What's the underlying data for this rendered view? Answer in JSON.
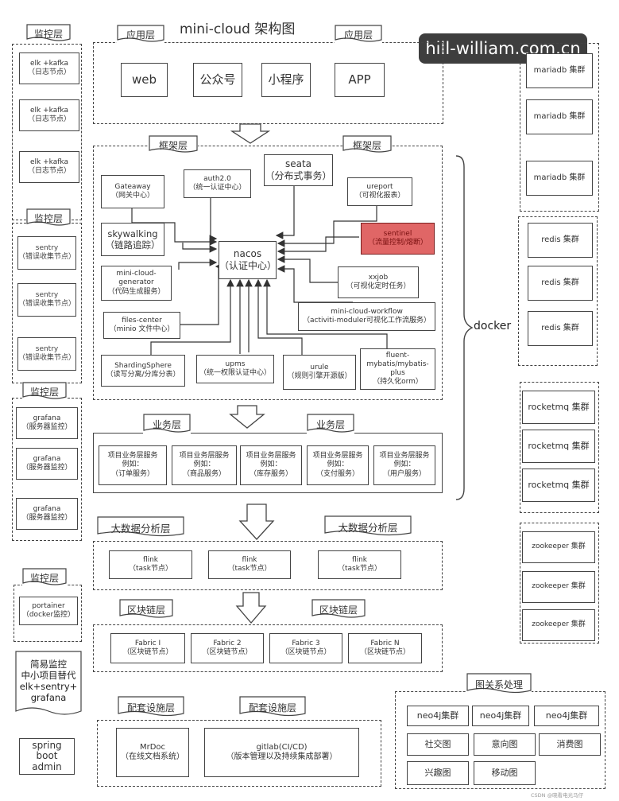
{
  "title": "mini-cloud 架构图",
  "watermark": "hill-william.com.cn",
  "credit": "CSDN @晓看电光马仔",
  "left": {
    "monitor_label": "监控层",
    "elk": [
      "elk +kafka\n（日志节点）",
      "elk +kafka\n（日志节点）",
      "elk +kafka\n（日志节点）"
    ],
    "sentry": [
      "sentry\n（错误收集节点）",
      "sentry\n（错误收集节点）",
      "sentry\n（错误收集节点）"
    ],
    "grafana": [
      "grafana\n（服务器监控）",
      "grafana\n（服务器监控）",
      "grafana\n（服务器监控）"
    ],
    "portainer": "portainer\n（docker监控）",
    "simple_monitor": "简易监控\n中小项目替代\nelk+sentry+\ngrafana",
    "spring_boot_admin": "spring\nboot\nadmin"
  },
  "app_layer": {
    "label": "应用层",
    "items": [
      "web",
      "公众号",
      "小程序",
      "APP"
    ]
  },
  "framework_layer": {
    "label": "框架层",
    "center": "nacos\n（认证中心）",
    "nodes": {
      "gateway": "Gateaway\n（网关中心）",
      "auth": "auth2.0\n（统一认证中心）",
      "seata": "seata\n（分布式事务）",
      "ureport": "ureport\n（可视化报表）",
      "skywalking": "skywalking\n（链路追踪）",
      "sentinel": "sentinel\n（流量控制/熔断）",
      "generator": "mini-cloud-\ngenerator\n（代码生成服务）",
      "xxjob": "xxjob\n（可视化定时任务）",
      "files": "files-center\n（minio 文件中心）",
      "workflow": "mini-cloud-workflow\n（activiti-moduler可视化工作流服务）",
      "sharding": "ShardingSphere\n（读写分离/分库分表）",
      "upms": "upms\n（统一权限认证中心）",
      "urule": "urule\n（规则引擎开源版）",
      "orm": "fluent-\nmybatis/mybatis-\nplus\n（持久化orm）"
    }
  },
  "business_layer": {
    "label": "业务层",
    "items": [
      "项目业务层服务\n例如：\n（订单服务）",
      "项目业务层服务\n例如：\n（商品服务）",
      "项目业务层服务\n例如：\n（库存服务）",
      "项目业务层服务\n例如：\n（支付服务）",
      "项目业务层服务\n例如：\n（用户服务）"
    ]
  },
  "bigdata_layer": {
    "label": "大数据分析层",
    "items": [
      "flink\n（task节点）",
      "flink\n（task节点）",
      "flink\n（task节点）"
    ]
  },
  "blockchain_layer": {
    "label": "区块链层",
    "items": [
      "Fabric I\n（区块链节点）",
      "Fabric 2\n（区块链节点）",
      "Fabric 3\n（区块链节点）",
      "Fabric N\n（区块链节点）"
    ]
  },
  "support_layer": {
    "label": "配套设施层",
    "items": [
      "MrDoc\n（在线文档系统）",
      "gitlab(CI/CD)\n（版本管理以及持续集成部署）"
    ]
  },
  "right": {
    "docker_label": "docker",
    "mariadb": [
      "mariadb 集群",
      "mariadb 集群",
      "mariadb 集群"
    ],
    "redis": [
      "redis 集群",
      "redis 集群",
      "redis 集群"
    ],
    "rocketmq": [
      "rocketmq 集群",
      "rocketmq 集群",
      "rocketmq 集群"
    ],
    "zookeeper": [
      "zookeeper 集群",
      "zookeeper 集群",
      "zookeeper 集群"
    ]
  },
  "graph": {
    "label": "图关系处理",
    "items": [
      "neo4j集群",
      "neo4j集群",
      "neo4j集群",
      "社交图",
      "意向图",
      "消费图",
      "兴趣图",
      "移动图"
    ]
  }
}
